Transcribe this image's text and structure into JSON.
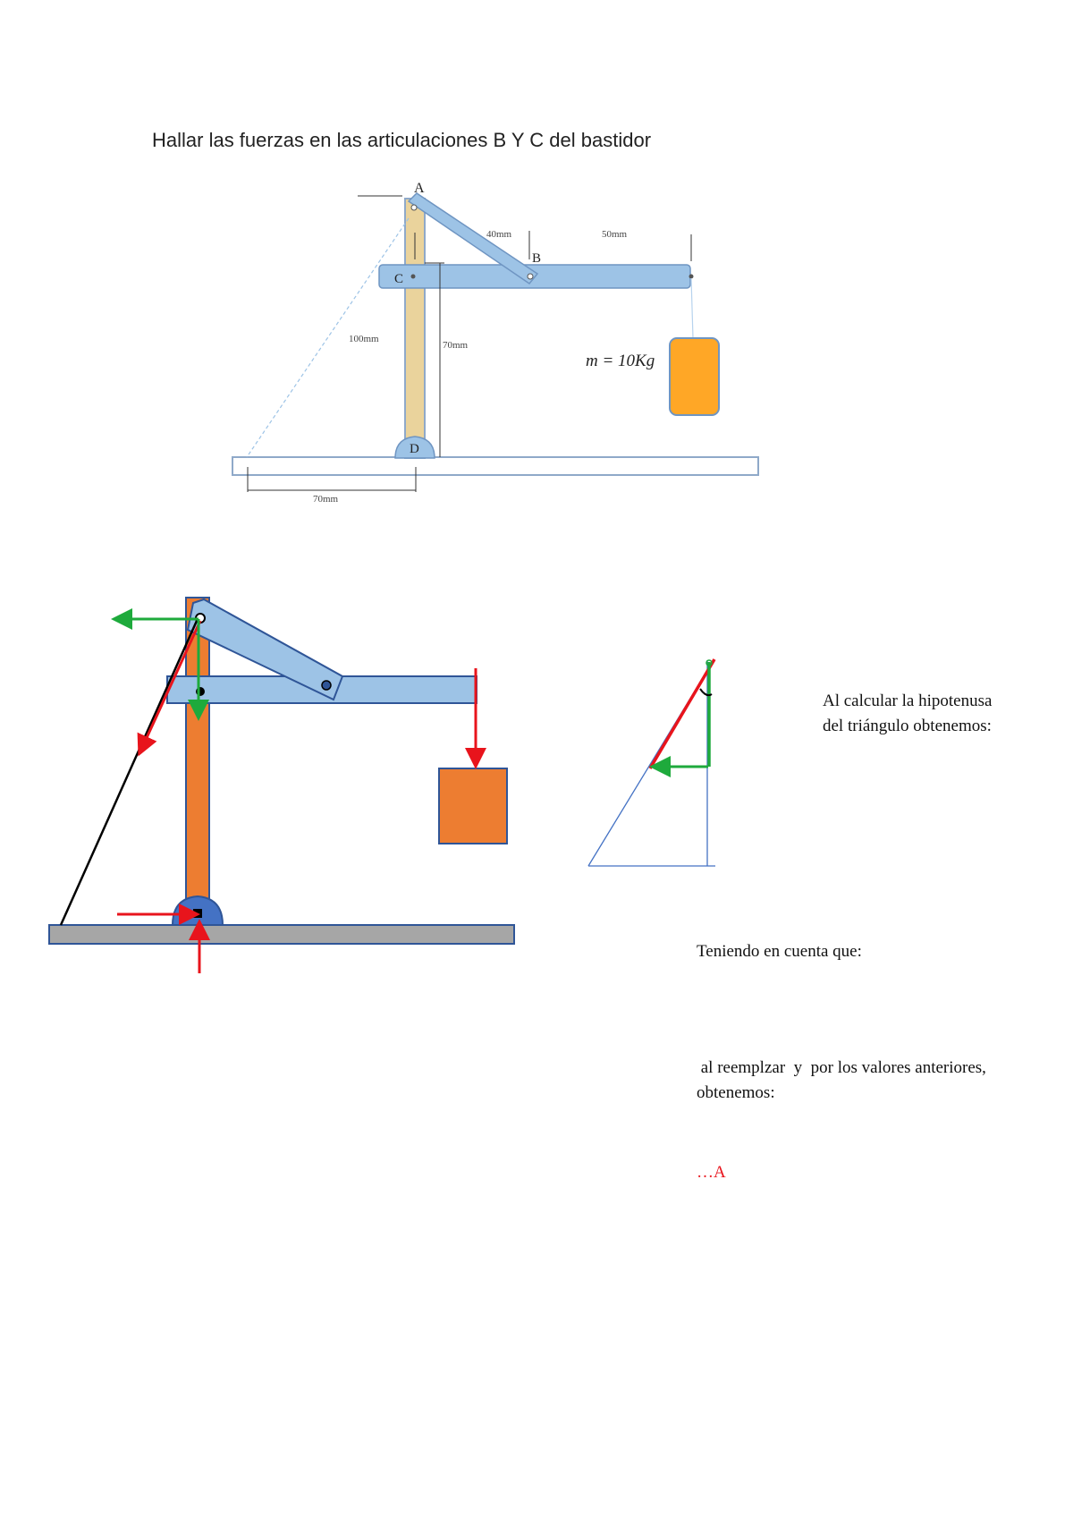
{
  "title": "Hallar las fuerzas en las articulaciones B Y C del bastidor",
  "diagram1": {
    "labels": {
      "a": "A",
      "b": "B",
      "c": "C",
      "d": "D"
    },
    "dims": {
      "d40": "40mm",
      "d50": "50mm",
      "d100": "100mm",
      "d70v": "70mm",
      "d70h": "70mm"
    },
    "mass": "m = 10Kg"
  },
  "notes": {
    "hypotenuse_line1": "Al calcular la hipotenusa",
    "hypotenuse_line2": "del triángulo obtenemos:",
    "teniendo": "Teniendo en cuenta que:",
    "reemplazar_line1": " al reemplzar  y  por los valores anteriores,",
    "reemplazar_line2": "obtenemos:",
    "eq_ref": "…A"
  },
  "colors": {
    "arrow_red": "#e8141c",
    "arrow_green": "#1eaa3c",
    "beam_blue": "#9dc3e6",
    "post_tan": "#ead39c",
    "post_orange": "#ed7d31",
    "weight_orange": "#ffa726",
    "ground_gray": "#a6a6a6"
  }
}
